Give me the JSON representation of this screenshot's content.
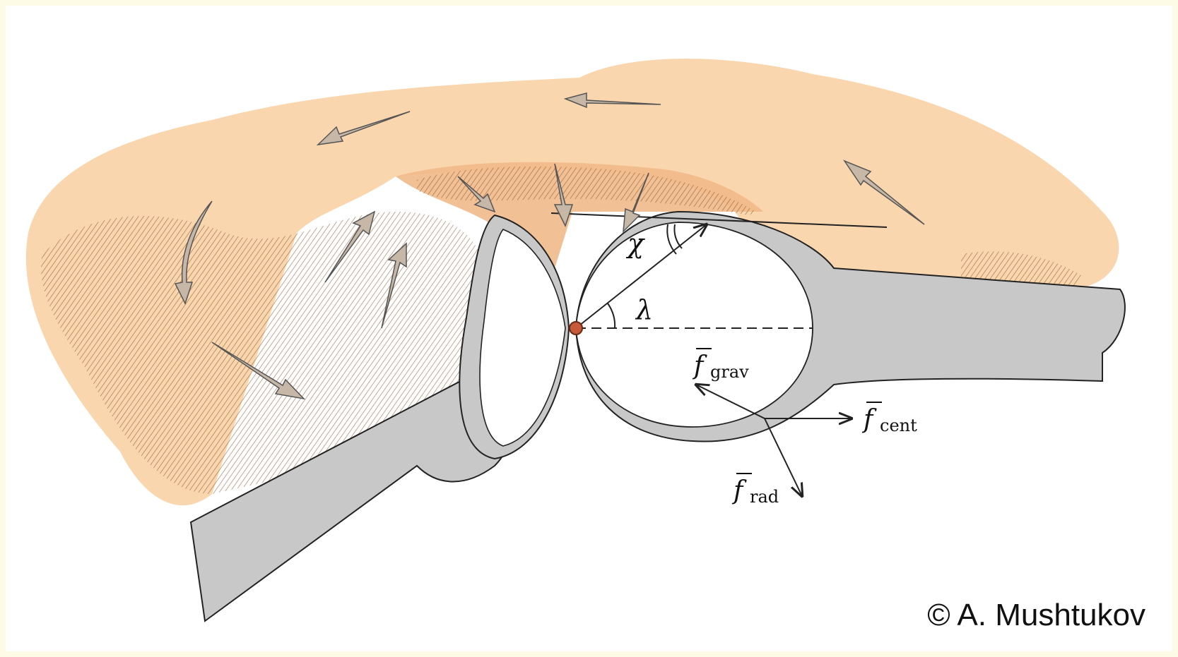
{
  "labels": {
    "chi": "χ",
    "lambda": "λ",
    "f_grav": {
      "base": "f",
      "sub": "grav"
    },
    "f_cent": {
      "base": "f",
      "sub": "cent"
    },
    "f_rad": {
      "base": "f",
      "sub": "rad"
    }
  },
  "copyright": "© A. Mushtukov",
  "colors": {
    "frame": "#fdfbe6",
    "accretion_flow": "#f6c48e",
    "flow_dark": "#8a4d1b",
    "disk": "#c9c9c9",
    "arrow_fill": "#c6b7a6",
    "center_point": "#c65a3a"
  }
}
